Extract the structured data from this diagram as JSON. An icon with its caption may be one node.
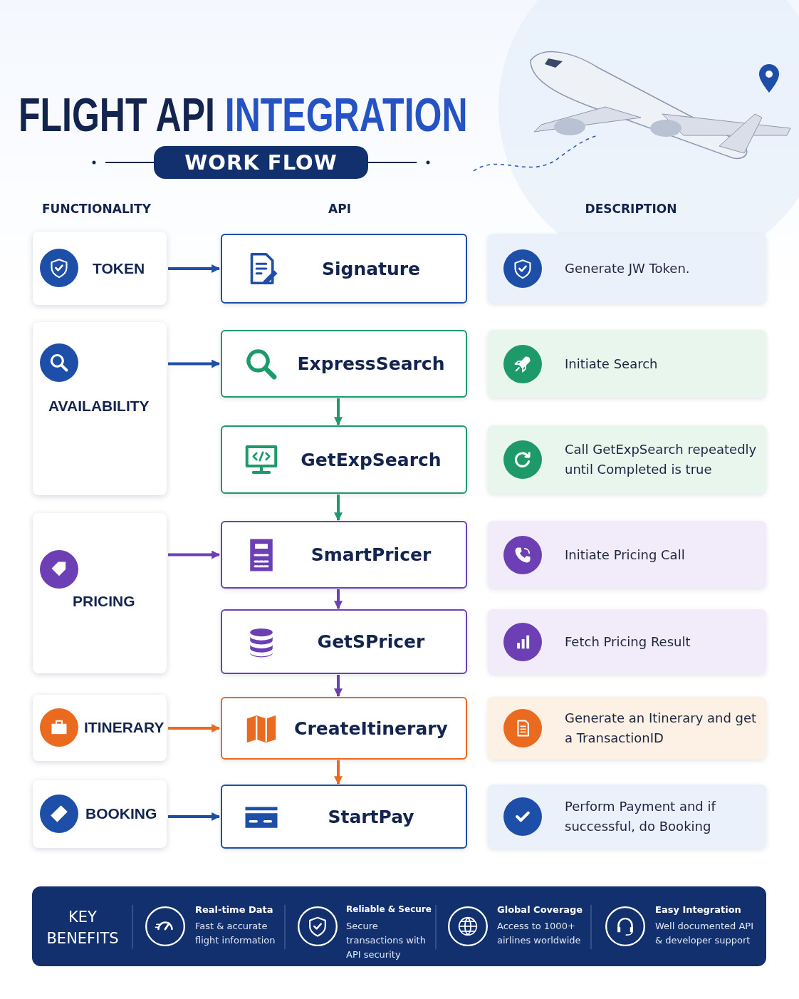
{
  "diagram": {
    "title": "FLIGHT API INTEGRATION",
    "nodes": [
      {
        "text": [
          "TOKEN"
        ]
      },
      {
        "text": [
          "Signature"
        ]
      },
      {
        "text": [
          "Generate JW Token."
        ]
      },
      {
        "text": [
          "AVAILABILITY"
        ]
      },
      {
        "text": [
          "ExpressSearch"
        ]
      },
      {
        "text": [
          "Initiate Search"
        ]
      },
      {
        "text": [
          "GetExpSearch"
        ]
      },
      {
        "text": [
          "Call GetExpSearch repeatedly until Completed is true"
        ]
      },
      {
        "text": [
          "PRICING"
        ]
      },
      {
        "text": [
          "SmartPricer"
        ]
      },
      {
        "text": [
          "Initiate Pricing Call"
        ]
      },
      {
        "text": [
          "GetSPricer"
        ]
      },
      {
        "text": [
          "Fetch Pricing Result"
        ]
      },
      {
        "text": [
          "ITINERARY"
        ]
      },
      {
        "text": [
          "CreateItinerary"
        ]
      },
      {
        "text": [
          "Generate an Itinerary and get a TransactionID"
        ]
      },
      {
        "text": [
          "BOOKING"
        ]
      },
      {
        "text": [
          "StartPay"
        ]
      },
      {
        "text": [
          "Perform Payment and if successful, do Booking"
        ]
      }
    ],
    "edges": [
      {
        "from": 0,
        "to": 1,
        "arrow": "to",
        "color": "#1d4fa8"
      },
      {
        "from": 3,
        "to": 4,
        "arrow": "to",
        "color": "#1d4fa8"
      },
      {
        "from": 4,
        "to": 6,
        "arrow": "to",
        "color": "#1e9a6a"
      },
      {
        "from": 6,
        "to": 9,
        "arrow": "to",
        "color": "#1e9a6a"
      },
      {
        "from": 8,
        "to": 9,
        "arrow": "to",
        "color": "#6c3fb5"
      },
      {
        "from": 9,
        "to": 11,
        "arrow": "to",
        "color": "#6c3fb5"
      },
      {
        "from": 11,
        "to": 14,
        "arrow": "to",
        "color": "#6c3fb5"
      },
      {
        "from": 13,
        "to": 14,
        "arrow": "to",
        "color": "#ea6a1f"
      },
      {
        "from": 14,
        "to": 17,
        "arrow": "to",
        "color": "#ea6a1f"
      },
      {
        "from": 16,
        "to": 17,
        "arrow": "to",
        "color": "#1d4fa8"
      }
    ],
    "labels": [
      "WORK FLOW",
      "FUNCTIONALITY",
      "API",
      "DESCRIPTION",
      "KEY BENEFITS",
      "Real-time Data",
      "Fast & accurate flight information",
      "Reliable & Secure",
      "Secure transactions with API security",
      "Global Coverage",
      "Access to 1000+ airlines worldwide",
      "Easy Integration",
      "Well documented API & developer support"
    ]
  }
}
